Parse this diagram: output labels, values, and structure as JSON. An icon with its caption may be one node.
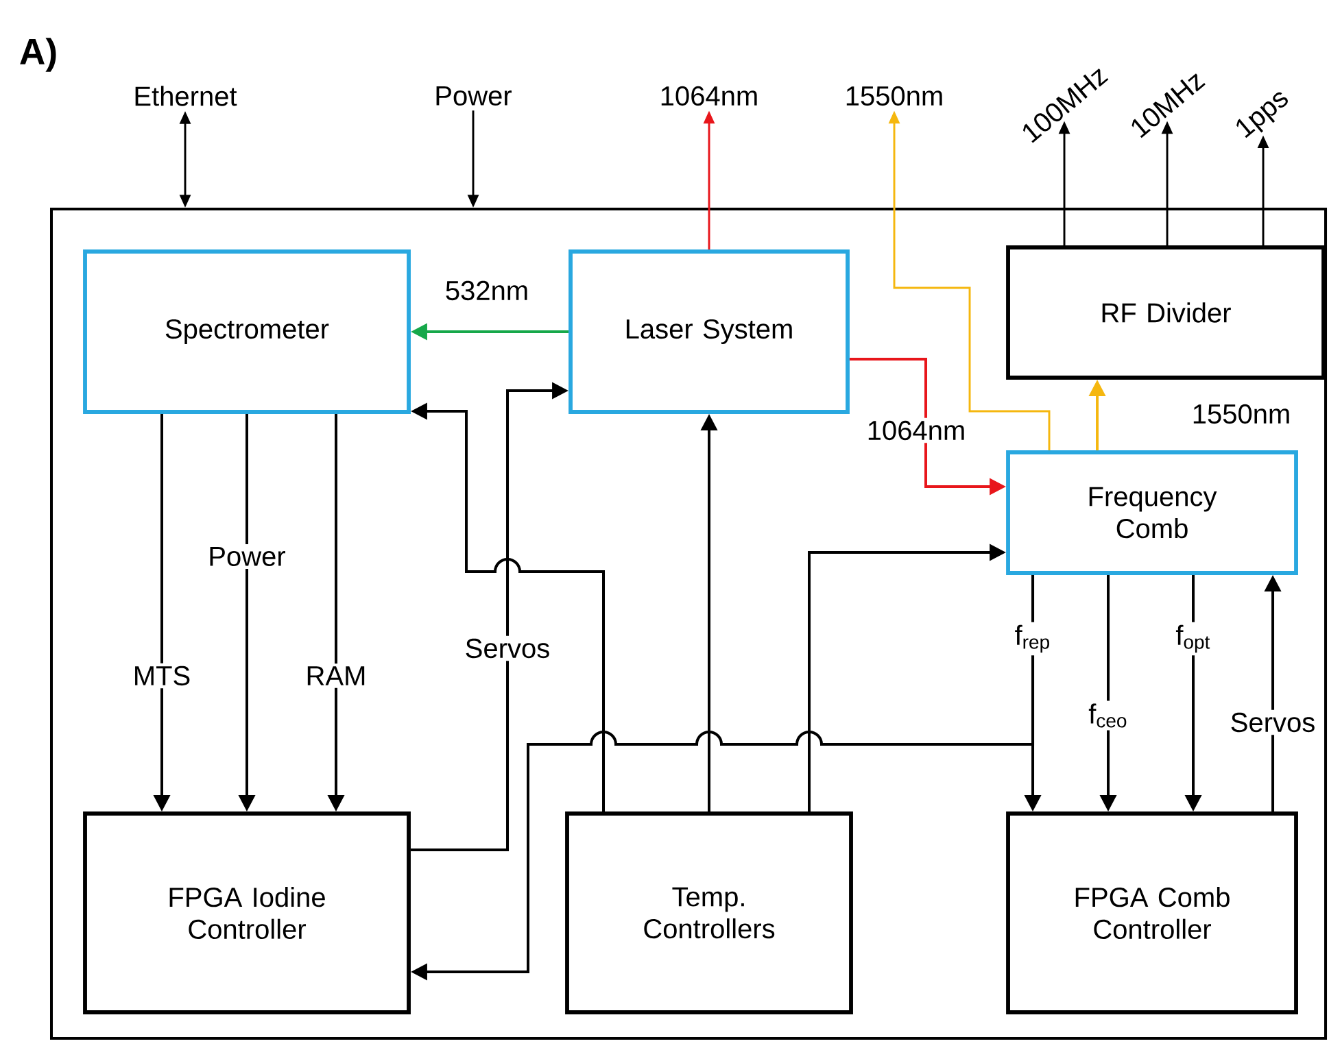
{
  "diagram": {
    "nodes": [
      {
        "text": [],
        "shape": "box"
      },
      {
        "text": [
          "Spectrometer"
        ],
        "in": 0
      },
      {
        "text": [
          "Laser System"
        ],
        "in": 0
      },
      {
        "text": [
          "RF Divider"
        ],
        "in": 0
      },
      {
        "text": [
          "Frequency Comb"
        ],
        "in": 0
      },
      {
        "text": [
          "FPGA Iodine Controller"
        ],
        "in": 0
      },
      {
        "text": [
          "Temp. Controllers"
        ],
        "in": 0
      },
      {
        "text": [
          "FPGA Comb Controller"
        ],
        "in": 0
      },
      {
        "text": [
          "Ethernet"
        ]
      },
      {
        "text": [
          "Power"
        ]
      },
      {
        "text": [
          "1064nm"
        ]
      },
      {
        "text": [
          "1550nm"
        ]
      },
      {
        "text": [
          "100MHz"
        ]
      },
      {
        "text": [
          "10MHz"
        ]
      },
      {
        "text": [
          "1pps"
        ]
      }
    ],
    "edges": [
      {
        "from": 8,
        "to": 0,
        "arrow": "both"
      },
      {
        "from": 9,
        "to": 0,
        "arrow": "to"
      },
      {
        "from": 2,
        "to": 10,
        "arrow": "to",
        "color": "#e8161b"
      },
      {
        "from": 4,
        "to": 11,
        "arrow": "to",
        "color": "#f5b70f"
      },
      {
        "from": 2,
        "to": 1,
        "arrow": "to",
        "label": "532nm",
        "color": "#16a84a"
      },
      {
        "from": 2,
        "to": 4,
        "arrow": "to",
        "label": "1064nm",
        "color": "#e8161b"
      },
      {
        "from": 4,
        "to": 3,
        "arrow": "to",
        "label": "1550nm",
        "color": "#f5b70f"
      },
      {
        "from": 1,
        "to": 5,
        "arrow": "to",
        "label": "MTS"
      },
      {
        "from": 1,
        "to": 5,
        "arrow": "to",
        "label": "Power"
      },
      {
        "from": 1,
        "to": 5,
        "arrow": "to",
        "label": "RAM"
      },
      {
        "from": 5,
        "to": 2,
        "arrow": "to",
        "label": "Servos"
      },
      {
        "from": 6,
        "to": 1,
        "arrow": "to"
      },
      {
        "from": 6,
        "to": 2,
        "arrow": "to"
      },
      {
        "from": 6,
        "to": 4,
        "arrow": "to"
      },
      {
        "from": 4,
        "to": 7,
        "arrow": "to",
        "label": "f$_{rep}$"
      },
      {
        "from": 4,
        "to": 5,
        "arrow": "to"
      },
      {
        "from": 4,
        "to": 7,
        "arrow": "to",
        "label": "f$_{ceo}$"
      },
      {
        "from": 4,
        "to": 7,
        "arrow": "to",
        "label": "f$_{opt}$"
      },
      {
        "from": 7,
        "to": 4,
        "arrow": "to",
        "label": "Servos"
      },
      {
        "from": 3,
        "to": 12,
        "arrow": "to"
      },
      {
        "from": 3,
        "to": 13,
        "arrow": "to"
      },
      {
        "from": 3,
        "to": 14,
        "arrow": "to"
      }
    ],
    "labels": [
      "A)"
    ]
  }
}
